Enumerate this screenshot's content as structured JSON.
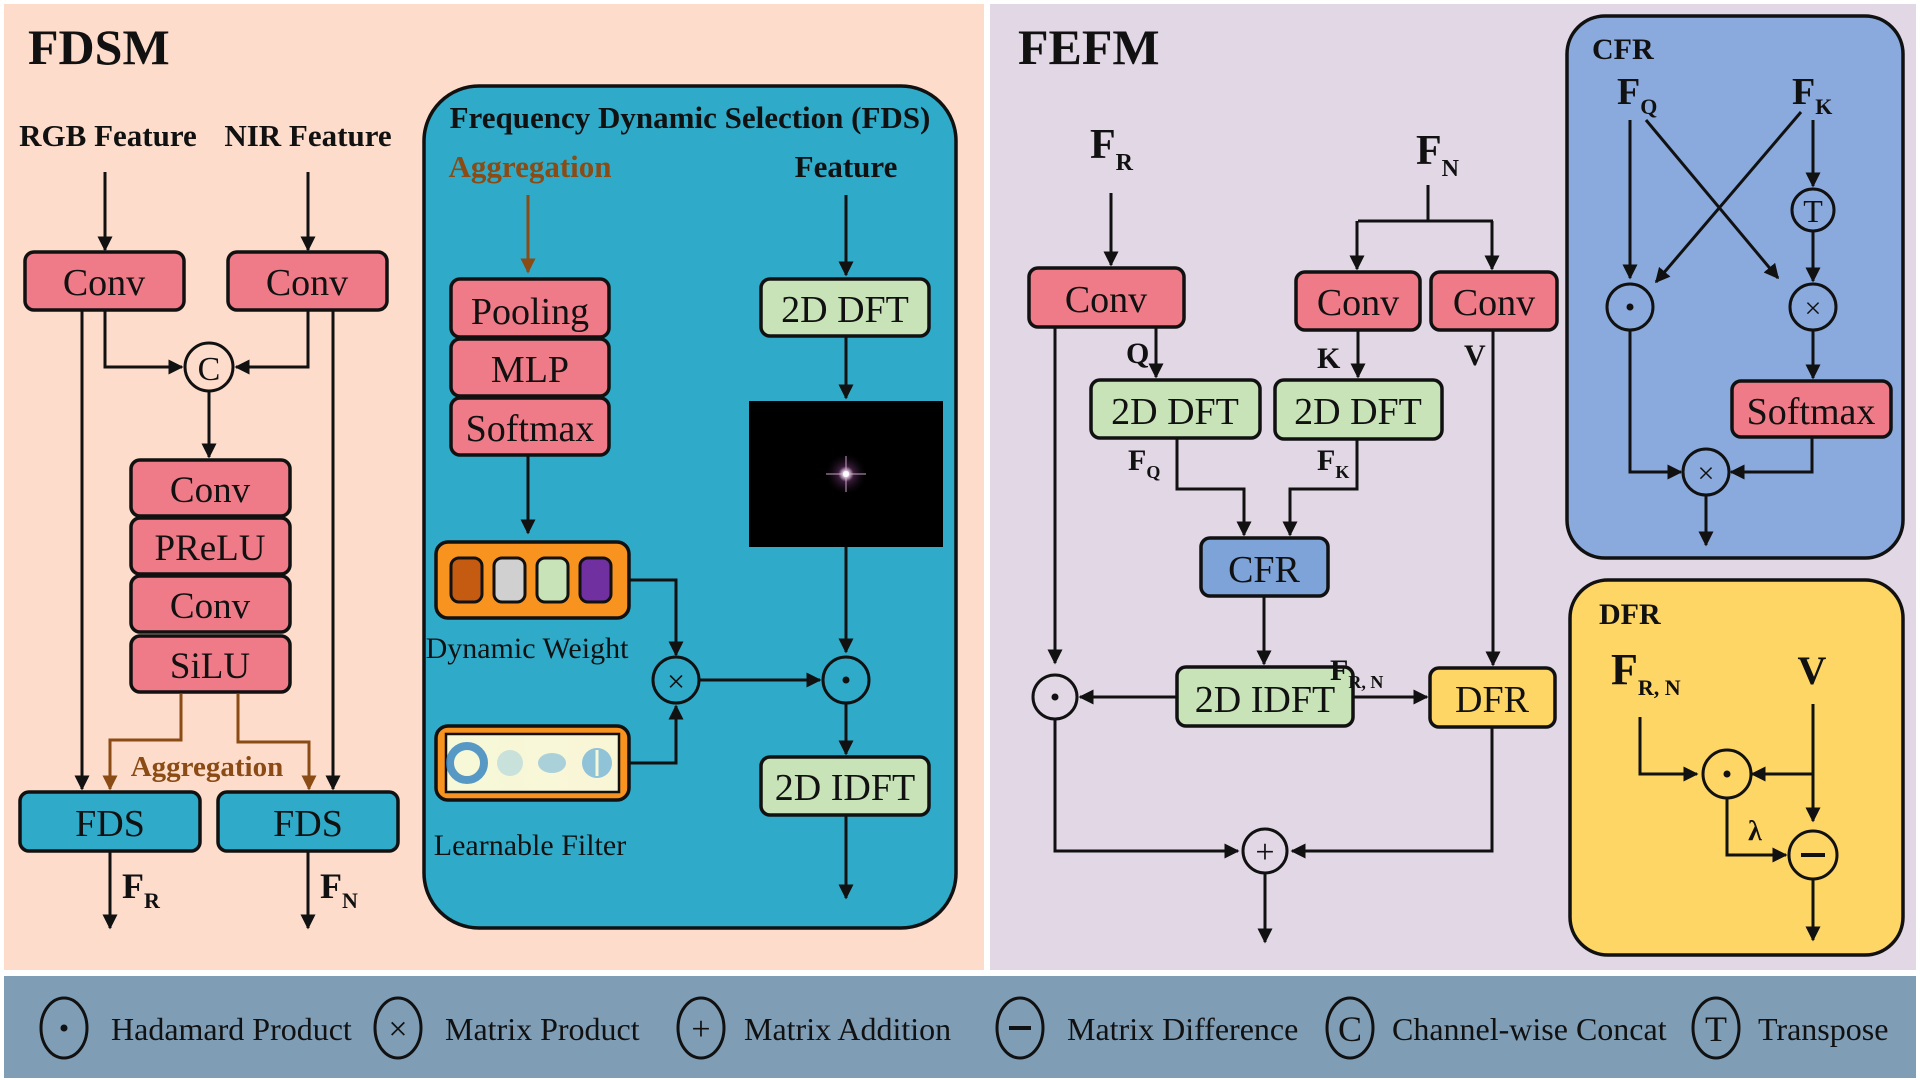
{
  "colors": {
    "fdsm_bg": "#fddccb",
    "fefm_bg": "#e1d7e5",
    "legend_bg": "#7f9db5",
    "conv_pink": "#ef7b88",
    "dft_green": "#c8e3b8",
    "fds_cyan": "#2fabc9",
    "cfr_blue": "#7ea3d8",
    "dfr_yellow": "#fdd665",
    "aggregation_brown": "#8a4b14",
    "dynamic_weight_orange": "#f7931e"
  },
  "fdsm": {
    "title": "FDSM",
    "rgb_feature": "RGB Feature",
    "nir_feature": "NIR Feature",
    "conv_left": "Conv",
    "conv_right": "Conv",
    "concat_symbol": "C",
    "stack": [
      "Conv",
      "PReLU",
      "Conv",
      "SiLU"
    ],
    "aggregation": "Aggregation",
    "fds_left": "FDS",
    "fds_right": "FDS",
    "out_left": {
      "main": "F",
      "sub": "R"
    },
    "out_right": {
      "main": "F",
      "sub": "N"
    }
  },
  "fds_panel": {
    "title": "Frequency Dynamic Selection (FDS)",
    "aggregation": "Aggregation",
    "feature": "Feature",
    "stack": [
      "Pooling",
      "MLP",
      "Softmax"
    ],
    "dft": "2D DFT",
    "idft": "2D IDFT",
    "dynamic_weight": "Dynamic Weight",
    "learnable_filter": "Learnable Filter",
    "dynamic_weight_colors": [
      "#c55a11",
      "#d0d0d0",
      "#c8e3b8",
      "#7030a0"
    ],
    "matrix_product_symbol": "×",
    "hadamard_symbol": "·"
  },
  "fefm": {
    "title": "FEFM",
    "in_r": {
      "main": "F",
      "sub": "R"
    },
    "in_n": {
      "main": "F",
      "sub": "N"
    },
    "conv_q": "Conv",
    "conv_k": "Conv",
    "conv_v": "Conv",
    "q": "Q",
    "k": "K",
    "v": "V",
    "dft_q": "2D DFT",
    "dft_k": "2D DFT",
    "fq": {
      "main": "F",
      "sub": "Q"
    },
    "fk": {
      "main": "F",
      "sub": "K"
    },
    "cfr": "CFR",
    "idft": "2D IDFT",
    "frn": {
      "main": "F",
      "sub": "R, N"
    },
    "dfr": "DFR",
    "hadamard_symbol": "·",
    "add_symbol": "+"
  },
  "cfr_panel": {
    "title": "CFR",
    "fq": {
      "main": "F",
      "sub": "Q"
    },
    "fk": {
      "main": "F",
      "sub": "K"
    },
    "transpose_symbol": "T",
    "hadamard_symbol": "·",
    "matrix_product_symbol": "×",
    "softmax": "Softmax"
  },
  "dfr_panel": {
    "title": "DFR",
    "frn": {
      "main": "F",
      "sub": "R, N"
    },
    "v": "V",
    "lambda": "λ",
    "hadamard_symbol": "·",
    "minus_symbol": "−"
  },
  "legend": [
    {
      "icon": "hadamard-icon",
      "symbol": "·",
      "label": "Hadamard Product"
    },
    {
      "icon": "matrix-product-icon",
      "symbol": "×",
      "label": "Matrix Product"
    },
    {
      "icon": "matrix-addition-icon",
      "symbol": "+",
      "label": "Matrix Addition"
    },
    {
      "icon": "matrix-difference-icon",
      "symbol": "−",
      "label": "Matrix Difference"
    },
    {
      "icon": "channel-concat-icon",
      "symbol": "C",
      "label": "Channel-wise Concat"
    },
    {
      "icon": "transpose-icon",
      "symbol": "T",
      "label": "Transpose"
    }
  ]
}
